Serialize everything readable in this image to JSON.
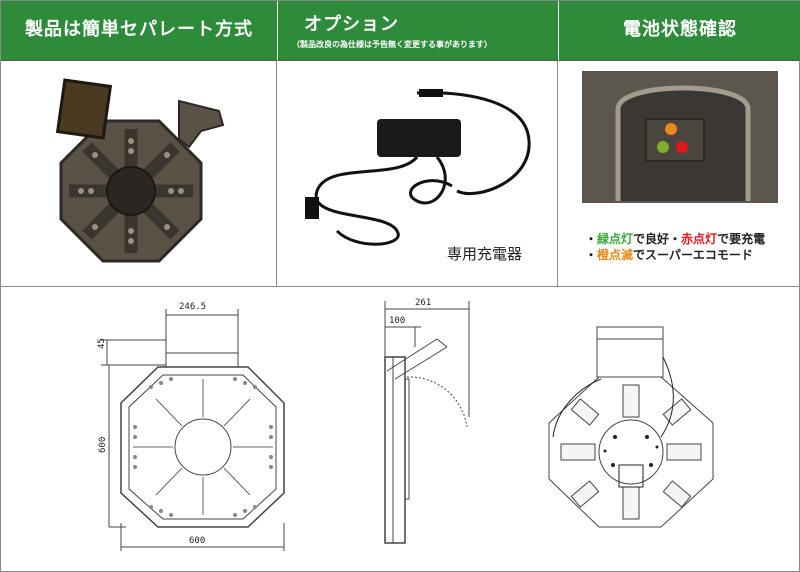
{
  "headers": {
    "separate": "製品は簡単セパレート方式",
    "option_title": "オプション",
    "option_note": "（製品改良の為仕様は予告無く変更する事があります）",
    "battery": "電池状態確認"
  },
  "charger_caption": "専用充電器",
  "battery_status": {
    "line1_bullet": "・",
    "line1_green": "緑点灯",
    "line1_mid": "で良好・",
    "line1_red": "赤点灯",
    "line1_end": "で要充電",
    "line2_bullet": "・",
    "line2_orange": "橙点滅",
    "line2_end": "でスーパーエコモード"
  },
  "dimensions": {
    "top_width": "246.5",
    "height_offset": "45",
    "height": "600",
    "width": "600",
    "side_width": "261",
    "side_depth": "100"
  },
  "colors": {
    "header_green": "#2e8b3a",
    "led_green": "#3aa83a",
    "led_red": "#e0191e",
    "led_orange": "#e88a1a"
  }
}
